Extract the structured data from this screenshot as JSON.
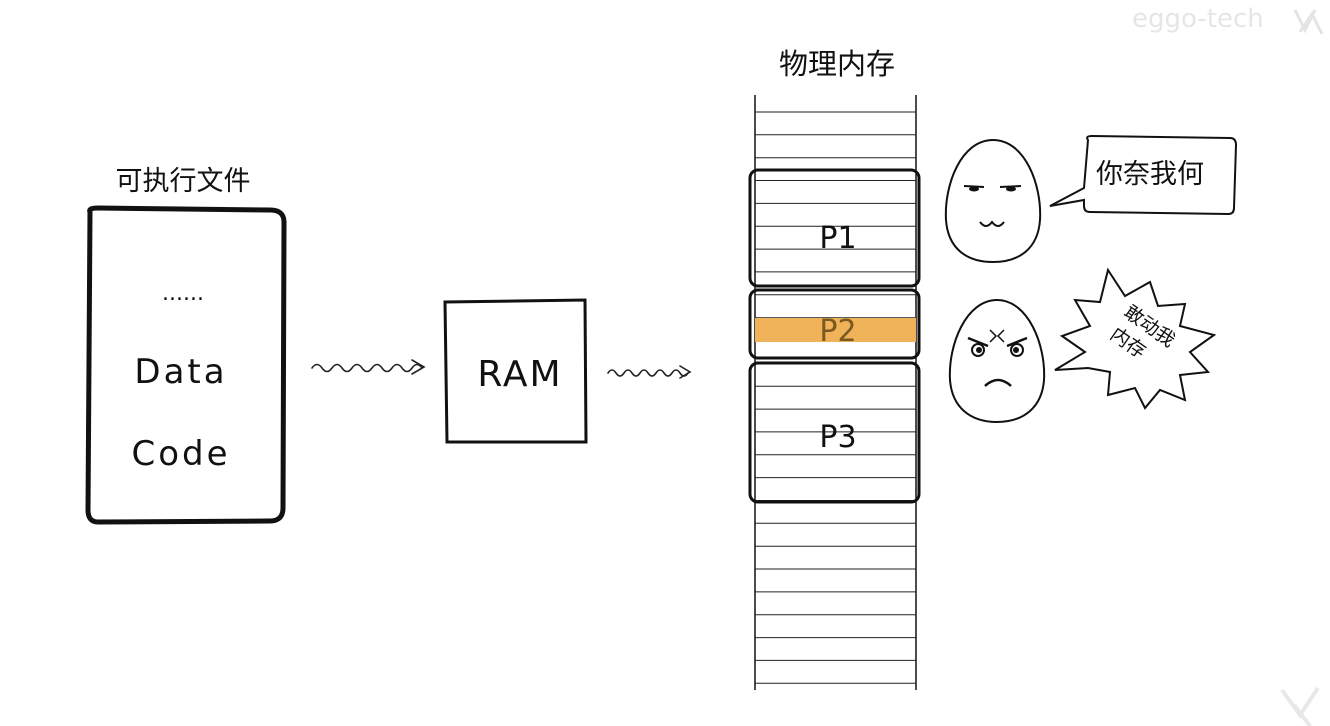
{
  "watermark": "eggo-tech",
  "executable": {
    "title": "可执行文件",
    "lines": [
      "......",
      "Data",
      "Code"
    ]
  },
  "ram": {
    "label": "RAM"
  },
  "memory": {
    "title": "物理内存",
    "segments": [
      {
        "label": "P1"
      },
      {
        "label": "P2",
        "highlight": "#f0b35a"
      },
      {
        "label": "P3"
      }
    ]
  },
  "egg_top": {
    "speech": "你奈我何"
  },
  "egg_bottom": {
    "speech_line1": "敢动我",
    "speech_line2": "内存",
    "speech_color": "#d9534f"
  }
}
